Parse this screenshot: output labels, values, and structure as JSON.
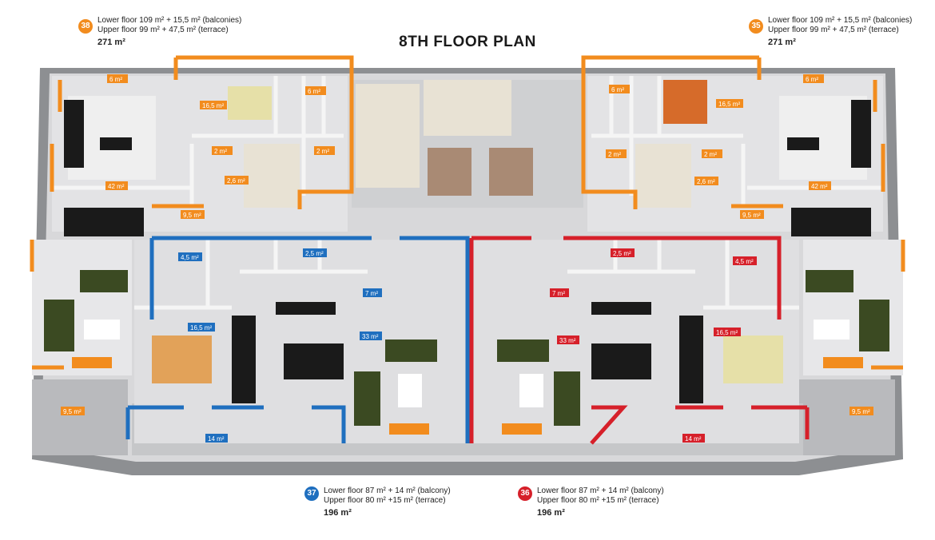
{
  "title": "8TH FLOOR PLAN",
  "colors": {
    "orange": "#f28c1e",
    "blue": "#1f6fbf",
    "red": "#d6202a"
  },
  "units": {
    "u38": {
      "badge": "38",
      "line1": "Lower floor 109 m² + 15,5 m² (balconies)",
      "line2": "Upper floor 99 m² + 47,5 m² (terrace)",
      "total": "271 m²"
    },
    "u35": {
      "badge": "35",
      "line1": "Lower floor 109 m² + 15,5 m² (balconies)",
      "line2": "Upper floor 99 m² + 47,5 m² (terrace)",
      "total": "271 m²"
    },
    "u37": {
      "badge": "37",
      "line1": "Lower floor  87 m² + 14 m² (balcony)",
      "line2": "Upper floor  80 m² +15 m² (terrace)",
      "total": "196 m²"
    },
    "u36": {
      "badge": "36",
      "line1": "Lower floor  87 m² + 14 m² (balcony)",
      "line2": "Upper floor  80 m² +15 m² (terrace)",
      "total": "196 m²"
    }
  },
  "rooms": {
    "l_6a": "6 m²",
    "l_6b": "6 m²",
    "l_165": "16,5 m²",
    "l_2a": "2 m²",
    "l_2b": "2 m²",
    "l_26": "2,6 m²",
    "l_42": "42 m²",
    "l_95a": "9,5 m²",
    "l_95b": "9,5 m²",
    "r_6a": "6 m²",
    "r_6b": "6 m²",
    "r_165": "16,5 m²",
    "r_2a": "2 m²",
    "r_2b": "2 m²",
    "r_26": "2,6 m²",
    "r_42": "42 m²",
    "r_95a": "9,5 m²",
    "r_95b": "9,5 m²",
    "b_45": "4,5 m²",
    "b_25": "2,5 m²",
    "b_7": "7 m²",
    "b_165": "16,5 m²",
    "b_33": "33 m²",
    "b_14": "14 m²",
    "d_45": "4,5 m²",
    "d_25": "2,5 m²",
    "d_7": "7 m²",
    "d_165": "16,5 m²",
    "d_33": "33 m²",
    "d_14": "14 m²"
  }
}
